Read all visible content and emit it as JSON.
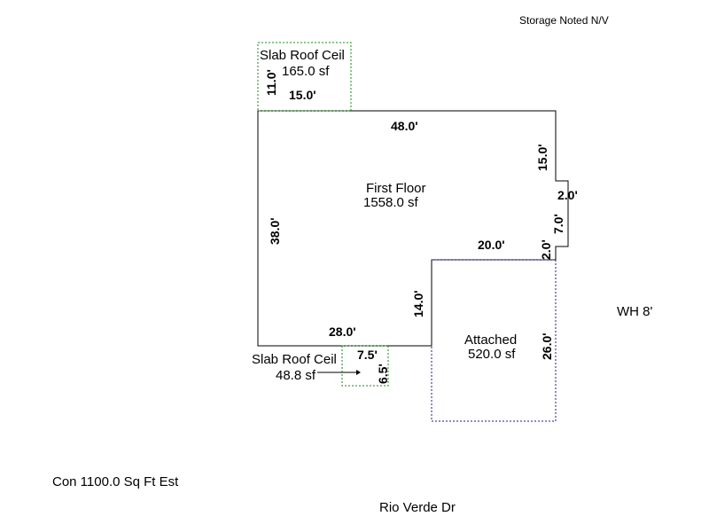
{
  "header_note": "Storage Noted N/V",
  "slab_top": {
    "name": "Slab Roof Ceil",
    "area": "165.0 sf",
    "dim_height": "11.0'",
    "dim_width": "15.0'",
    "outline_color": "#1a8a1a"
  },
  "first_floor": {
    "name": "First Floor",
    "area": "1558.0 sf",
    "dim_top": "48.0'",
    "dim_right_upper": "15.0'",
    "dim_notch_width": "2.0'",
    "dim_notch_height": "7.0'",
    "dim_notch_drop": "2.0'",
    "dim_step": "20.0'",
    "dim_left": "38.0'",
    "dim_inner": "14.0'",
    "dim_bottom": "28.0'",
    "outline_color": "#000000"
  },
  "attached": {
    "name": "Attached",
    "area": "520.0 sf",
    "dim_height": "26.0'",
    "outline_color": "#1a1a9a"
  },
  "slab_bottom": {
    "name": "Slab Roof Ceil",
    "area": "48.8 sf",
    "dim_width": "7.5'",
    "dim_height": "6.5'"
  },
  "wh_note": "WH 8'",
  "con_note": "Con 1100.0 Sq Ft Est",
  "street": "Rio Verde Dr"
}
